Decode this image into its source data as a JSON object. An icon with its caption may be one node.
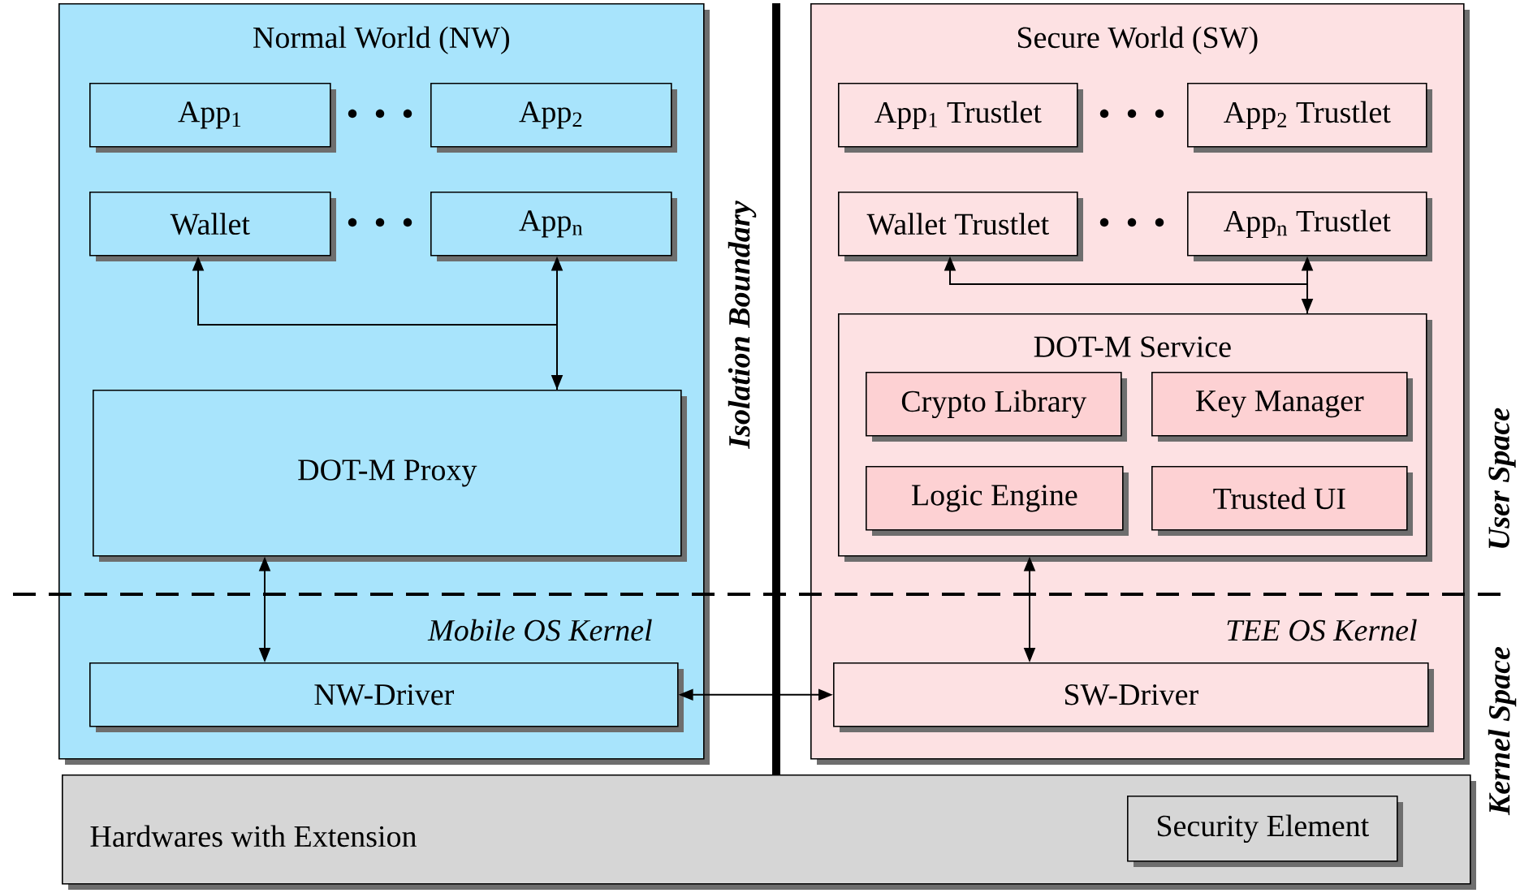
{
  "diagram": {
    "nodes": [
      {
        "text": [
          "Normal World (NW)"
        ]
      },
      {
        "text": [
          "App$_{1}$"
        ],
        "in": 0
      },
      {
        "text": [
          "App$_{2}$"
        ],
        "in": 0
      },
      {
        "text": [
          "Wallet"
        ],
        "in": 0
      },
      {
        "text": [
          "App$_{n}$"
        ],
        "in": 0
      },
      {
        "text": [
          "DOT-M Proxy"
        ],
        "in": 0
      },
      {
        "text": [
          "NW-Driver"
        ],
        "in": 0
      },
      {
        "text": [
          "Secure World (SW)"
        ]
      },
      {
        "text": [
          "App$_{1}$ Trustlet"
        ],
        "in": 7
      },
      {
        "text": [
          "App$_{2}$ Trustlet"
        ],
        "in": 7
      },
      {
        "text": [
          "Wallet Trustlet"
        ],
        "in": 7
      },
      {
        "text": [
          "App$_{n}$ Trustlet"
        ],
        "in": 7
      },
      {
        "text": [
          "DOT-M Service"
        ],
        "in": 7
      },
      {
        "text": [
          "Crypto Library"
        ],
        "in": 12
      },
      {
        "text": [
          "Key Manager"
        ],
        "in": 12
      },
      {
        "text": [
          "Logic Engine"
        ],
        "in": 12
      },
      {
        "text": [
          "Trusted UI"
        ],
        "in": 12
      },
      {
        "text": [
          "SW-Driver"
        ],
        "in": 7
      },
      {
        "text": [
          "Hardwares with Extension"
        ]
      },
      {
        "text": [
          "Security Element"
        ],
        "in": 18
      }
    ],
    "edges": [
      {
        "from": 5,
        "to": 3,
        "arrow": "to"
      },
      {
        "from": 5,
        "to": 4,
        "arrow": "both"
      },
      {
        "from": 12,
        "to": 10,
        "arrow": "to"
      },
      {
        "from": 12,
        "to": 11,
        "arrow": "both"
      },
      {
        "from": 5,
        "to": 6,
        "arrow": "both"
      },
      {
        "from": 12,
        "to": 17,
        "arrow": "both"
      },
      {
        "from": 6,
        "to": 17,
        "arrow": "both"
      }
    ],
    "labels": [
      "Isolation Boundary",
      "User Space",
      "Mobile OS Kernel",
      "TEE OS Kernel",
      "Kernel Space"
    ]
  }
}
